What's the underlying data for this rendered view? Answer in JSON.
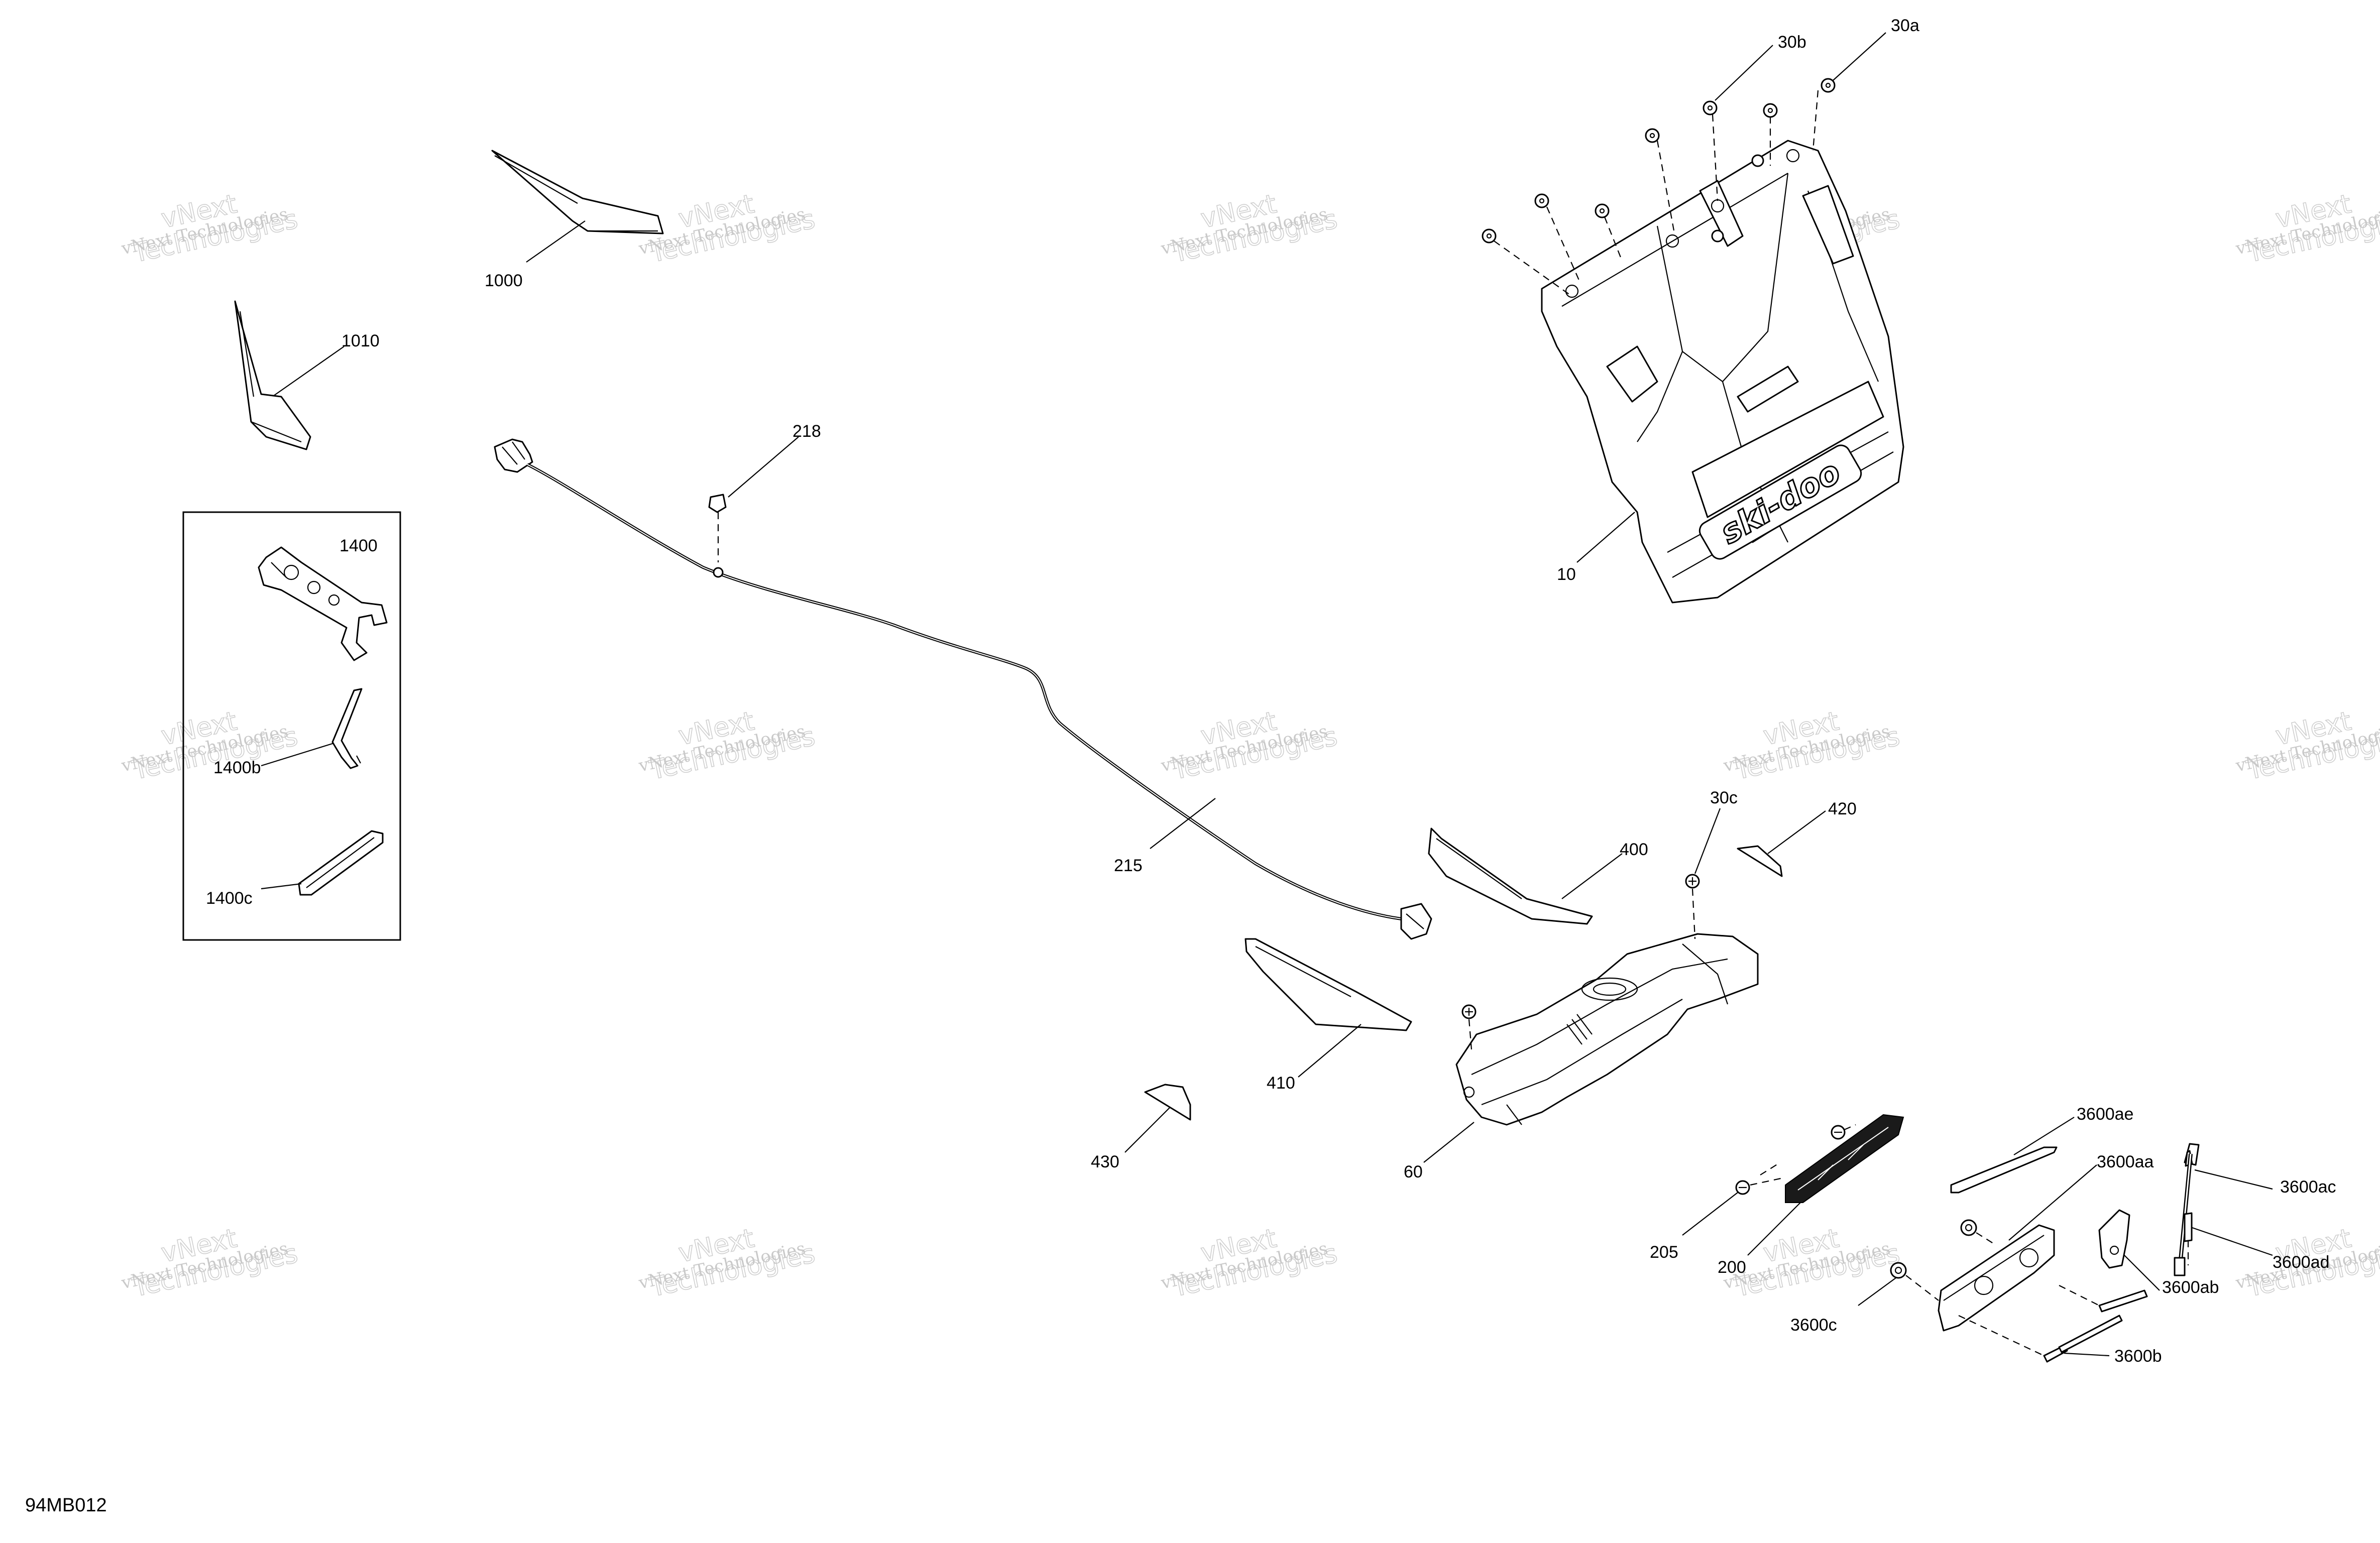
{
  "diagram_code": "94MB012",
  "watermark": {
    "line1": "vNext Technologies",
    "line2": "vNext",
    "line3": "Technologies"
  },
  "callouts": {
    "c1000": "1000",
    "c1010": "1010",
    "c1400": "1400",
    "c1400b": "1400b",
    "c1400c": "1400c",
    "c218": "218",
    "c215": "215",
    "c10": "10",
    "c30a": "30a",
    "c30b": "30b",
    "c30c": "30c",
    "c400": "400",
    "c410": "410",
    "c420": "420",
    "c430": "430",
    "c60": "60",
    "c205": "205",
    "c200": "200",
    "c3600ae": "3600ae",
    "c3600aa": "3600aa",
    "c3600ac": "3600ac",
    "c3600ad": "3600ad",
    "c3600ab": "3600ab",
    "c3600c": "3600c",
    "c3600b": "3600b"
  },
  "brand_logo_text": "ski-doo"
}
